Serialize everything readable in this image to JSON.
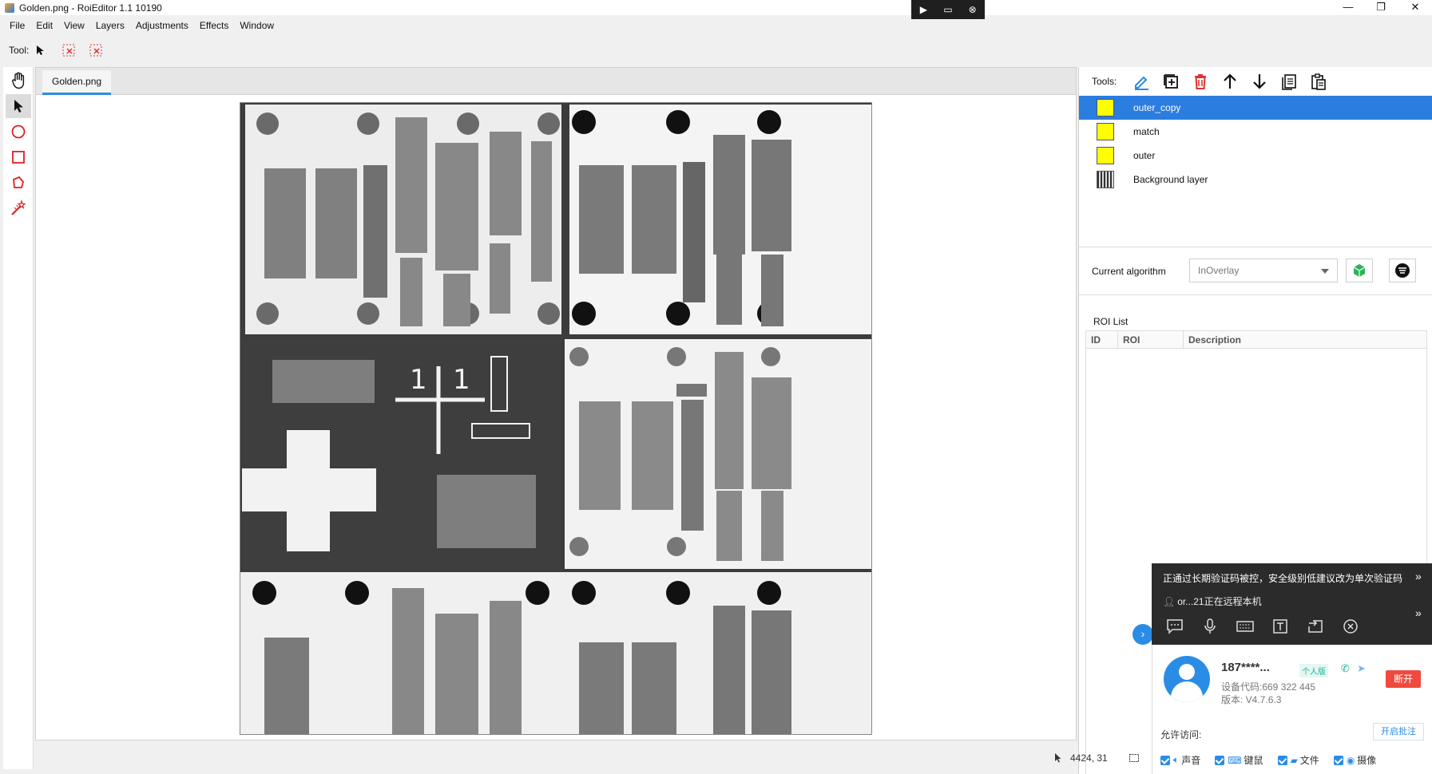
{
  "window": {
    "title": "Golden.png - RoiEditor 1.1 10190",
    "minimize": "—",
    "maximize": "❐",
    "close": "✕"
  },
  "menus": [
    "File",
    "Edit",
    "View",
    "Layers",
    "Adjustments",
    "Effects",
    "Window"
  ],
  "toolbar": {
    "tool_label": "Tool:"
  },
  "left_tools": [
    "hand-icon",
    "pointer-icon",
    "circle-icon",
    "rectangle-icon",
    "polygon-icon",
    "magic-wand-icon"
  ],
  "document": {
    "tab_label": "Golden.png"
  },
  "right_panel": {
    "tools_label": "Tools:",
    "layers": [
      {
        "name": "outer_copy",
        "color": "#ffff00",
        "selected": true
      },
      {
        "name": "match",
        "color": "#ffff00",
        "selected": false
      },
      {
        "name": "outer",
        "color": "#ffff00",
        "selected": false
      },
      {
        "name": "Background layer",
        "color": "#bbbbbb",
        "selected": false
      }
    ],
    "algorithm_label": "Current algorithm",
    "algorithm_value": "InOverlay",
    "roi_list_title": "ROI List",
    "roi_columns": [
      "ID",
      "ROI",
      "Description"
    ]
  },
  "status": {
    "coords": "4424, 31"
  },
  "remote": {
    "notice": "正通过长期验证码被控，安全级别低建议改为单次验证码",
    "user_line": "or...21正在远程本机",
    "phone": "187****...",
    "badge": "个人版",
    "device_code": "设备代码:669 322 445",
    "version": "版本: V4.7.6.3",
    "disconnect": "断开",
    "allow_label": "允许访问:",
    "annotate": "开启批注",
    "permissions": [
      "声音",
      "键鼠",
      "文件",
      "摄像"
    ]
  },
  "colors": {
    "accent": "#2b7de0",
    "selection": "#2b7de0",
    "danger": "#e03030",
    "layer_swatch": "#ffff00"
  }
}
